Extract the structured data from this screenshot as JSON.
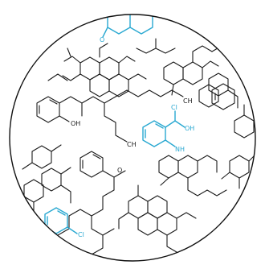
{
  "colors": {
    "background": "#ffffff",
    "bond": "#1a1a1a",
    "highlight": "#29a8d1",
    "disc_border": "#111111"
  },
  "labels": {
    "oh_left": "OH",
    "ch3_mid": "CH",
    "ch3_right": "CH",
    "cl_center": "Cl",
    "oh_center": "OH",
    "nh_center": "NH",
    "cl_bottom": "Cl",
    "o_top": "O",
    "o_small": "O"
  }
}
